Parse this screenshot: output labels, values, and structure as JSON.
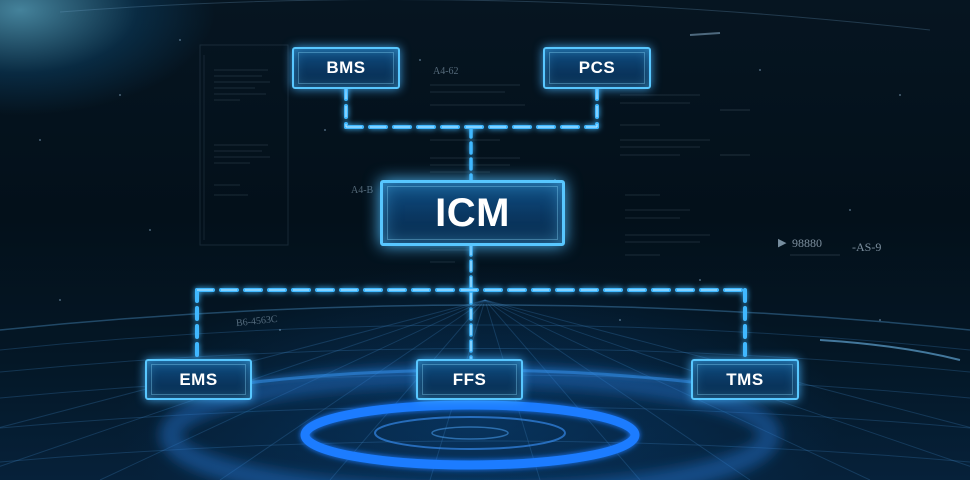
{
  "diagram": {
    "root": {
      "label": "ICM"
    },
    "upstream": [
      {
        "label": "BMS"
      },
      {
        "label": "PCS"
      }
    ],
    "downstream": [
      {
        "label": "EMS"
      },
      {
        "label": "FFS"
      },
      {
        "label": "TMS"
      }
    ]
  },
  "background_text": {
    "code_a": "A4-62",
    "code_b": "A4-B",
    "code_c": "B6-4563C",
    "readout_value": "98880",
    "readout_code": "-AS-9"
  },
  "colors": {
    "accent": "#58c7ff",
    "node_fill": "#0a3761",
    "connector": "#3fb8ff"
  },
  "icons": {
    "readout_arrow": "play-arrow-icon"
  }
}
